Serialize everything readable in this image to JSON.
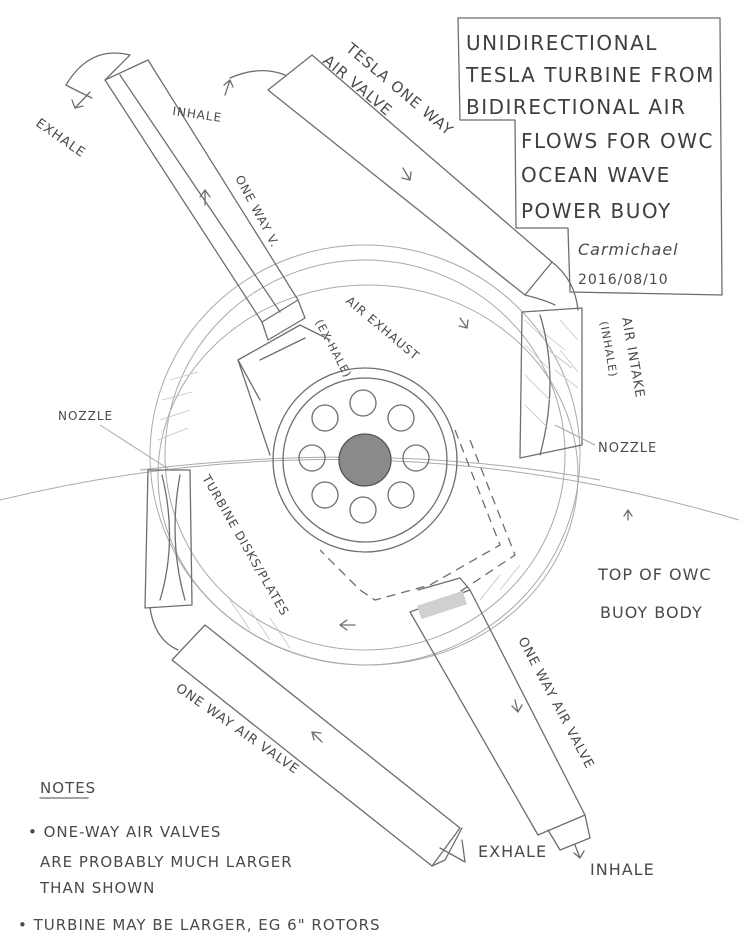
{
  "title_box": {
    "lines": [
      "UNIDIRECTIONAL",
      "TESLA TURBINE FROM",
      "BIDIRECTIONAL AIR",
      "FLOWS FOR OWC",
      "OCEAN WAVE",
      "POWER BUOY"
    ],
    "author": "Carmichael",
    "date": "2016/08/10"
  },
  "labels": {
    "tesla_valve": "TESLA ONE WAY",
    "air_valve": "AIR VALVE",
    "exhale_top_left": "EXHALE",
    "inhale_top": "INHALE",
    "one_way_v": "ONE WAY V.",
    "air_exhaust": "AIR EXHAUST",
    "ex_hale": "(EX-HALE)",
    "air_intake": "AIR INTAKE",
    "inhale_paren": "(INHALE)",
    "nozzle_right": "NOZZLE",
    "nozzle_left": "NOZZLE",
    "turbine_disks": "TURBINE DISKS/PLATES",
    "top_of_owc": "TOP OF OWC",
    "buoy_body": "BUOY BODY",
    "one_way_air_valve_right": "ONE WAY AIR VALVE",
    "one_way_air_valve_left": "ONE WAY AIR VALVE",
    "exhale_bottom": "EXHALE",
    "inhale_bottom": "INHALE"
  },
  "notes": {
    "heading": "NOTES",
    "item1_line1": "• ONE-WAY AIR VALVES",
    "item1_line2": "ARE PROBABLY MUCH LARGER",
    "item1_line3": "THAN SHOWN",
    "item2": "• TURBINE MAY BE LARGER, EG 6\" ROTORS"
  },
  "colors": {
    "ink": "#6e6e6e",
    "ink_dark": "#3f3f3f",
    "hub_fill": "#8a8a8a",
    "paper": "#ffffff"
  }
}
